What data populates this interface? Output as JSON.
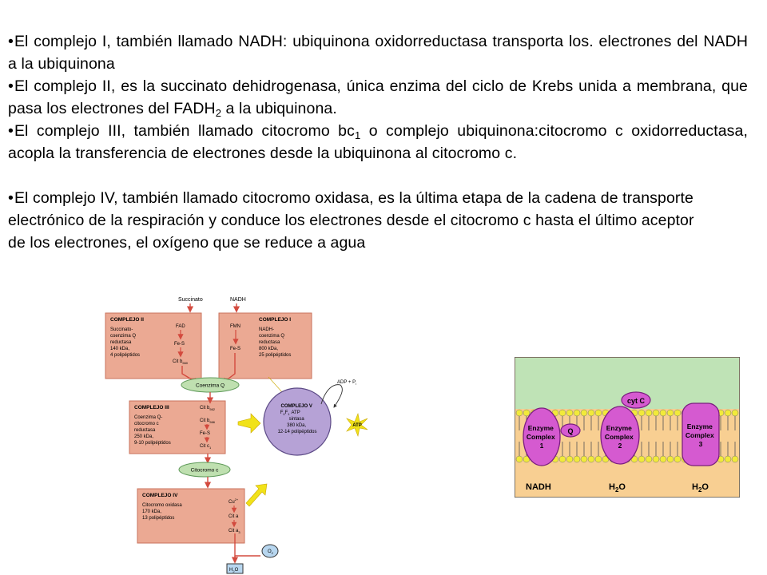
{
  "paragraphs": [
    {
      "pre": "El complejo I, también llamado NADH: ubiquinona oxidorreductasa transporta los. electrones del NADH a la ubiquinona",
      "sub": "",
      "post": ""
    },
    {
      "pre": "El complejo II, es la succinato dehidrogenasa, única enzima del ciclo de Krebs unida a membrana, que pasa los electrones del FADH",
      "sub": "2",
      "post": " a la ubiquinona."
    },
    {
      "pre": "El complejo III, también llamado citocromo bc",
      "sub": "1",
      "post": " o complejo ubiquinona:citocromo c oxidorreductasa, acopla la transferencia de electrones desde la ubiquinona al citocromo c."
    },
    {
      "pre": "El complejo IV, también llamado citocromo oxidasa, es la última etapa de la cadena de transporte electrónico de la respiración y conduce los electrones desde el citocromo c hasta el último aceptor de los electrones, el oxígeno que se reduce a agua",
      "sub": "",
      "post": ""
    }
  ],
  "bullet_char": "•",
  "flow": {
    "succinato": "Succinato",
    "nadh": "NADH",
    "c2": {
      "title": "COMPLEJO II",
      "desc": [
        "Succinato-",
        "coenzima Q",
        "reductasa",
        "140 kDa,",
        "4 polipéptidos"
      ],
      "cofactors": [
        "FAD",
        "Fe-S",
        "Cit b"
      ],
      "cit_sub": "560"
    },
    "c1": {
      "title": "COMPLEJO I",
      "desc": [
        "NADH-",
        "coenzima Q",
        "reductasa",
        "800 kDa,",
        "25 polipéptidos"
      ],
      "cofactors": [
        "FMN",
        "Fe-S"
      ]
    },
    "coq": "Coenzima Q",
    "c3": {
      "title": "COMPLEJO III",
      "desc": [
        "Coenzima Q-",
        "citocromo c",
        "reductasa",
        "250 kDa,",
        "9-10 polipéptidos"
      ],
      "cofactors": [
        "Cit b",
        "Cit b",
        "Fe-S",
        "Cit c"
      ],
      "subs": [
        "562",
        "566",
        "",
        "1"
      ]
    },
    "cytc": "Citocromo c",
    "c4": {
      "title": "COMPLEJO IV",
      "desc": [
        "Citocromo oxidasa",
        "170 kDa,",
        "13 polipéptidos"
      ],
      "cofactors": [
        "Cu",
        "Cit a",
        "Cit a"
      ],
      "cu_sup": "2+",
      "cita3_sub": "3"
    },
    "c5": {
      "lines": [
        "COMPLEJO V",
        "F",
        "ATP",
        "sintasa",
        "380 kDa,",
        "12-14 polipéptidos"
      ],
      "f_subs": [
        "0",
        "1"
      ]
    },
    "adp": "ADP + P",
    "adp_sub": "i",
    "atp": "ATP",
    "o2": "O",
    "o2_sub": "2",
    "h2o": "H",
    "h2o_sub": "2",
    "h2o_end": "O",
    "colors": {
      "box": "#eba993",
      "box_border": "#c9735c",
      "oval": "#bfe0b0",
      "oval_border": "#5f9a5a",
      "c5": "#b6a2d6",
      "c5_border": "#5c4a86",
      "arrow_red": "#d34a3e",
      "yellow": "#f1e21a",
      "blue": "#b7d6ef"
    }
  },
  "membrane": {
    "cytc": "cyt C",
    "q": "Q",
    "enzyme1": [
      "Enzyme",
      "Complex",
      "1"
    ],
    "enzyme2": [
      "Enzyme",
      "Complex",
      "2"
    ],
    "enzyme3": [
      "Enzyme",
      "Complex",
      "3"
    ],
    "nadh": "NADH",
    "h2o_a": "H",
    "h2o_a_sub": "2",
    "h2o_a_end": "O",
    "h2o_b": "H",
    "h2o_b_sub": "2",
    "h2o_b_end": "O",
    "colors": {
      "top": "#bfe3b6",
      "bottom": "#f8cf92",
      "lipid_head": "#f2ea3a",
      "complex": "#d55ad0",
      "complex_border": "#7b1f80"
    }
  }
}
